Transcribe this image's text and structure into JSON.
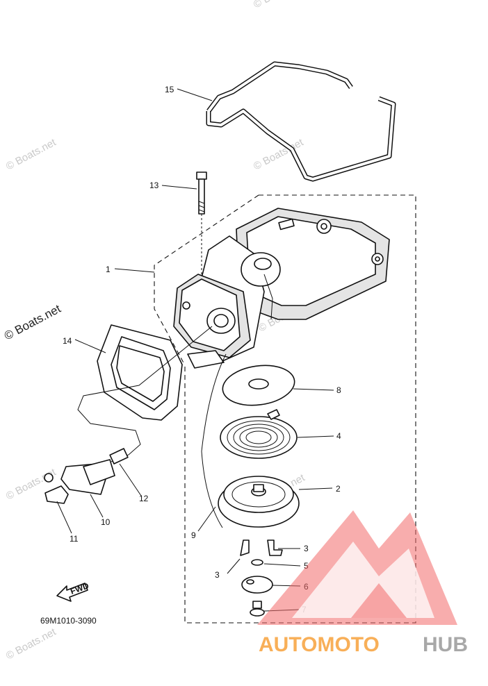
{
  "diagram": {
    "part_number": "69M1010-3090",
    "fwd_label": "FWD",
    "watermark": "© Boats.net",
    "brand": {
      "part1": "AUTOMOTO",
      "part2": "HUB",
      "color1": "#f7a23b",
      "color2": "#9a9a9a",
      "triangle_color": "#f36a6a"
    },
    "callouts": [
      {
        "id": "c1",
        "label": "1"
      },
      {
        "id": "c2",
        "label": "2"
      },
      {
        "id": "c3a",
        "label": "3"
      },
      {
        "id": "c3b",
        "label": "3"
      },
      {
        "id": "c4",
        "label": "4"
      },
      {
        "id": "c5",
        "label": "5"
      },
      {
        "id": "c6",
        "label": "6"
      },
      {
        "id": "c7",
        "label": "7"
      },
      {
        "id": "c8",
        "label": "8"
      },
      {
        "id": "c9",
        "label": "9"
      },
      {
        "id": "c10",
        "label": "10"
      },
      {
        "id": "c11",
        "label": "11"
      },
      {
        "id": "c12",
        "label": "12"
      },
      {
        "id": "c13",
        "label": "13"
      },
      {
        "id": "c14",
        "label": "14"
      },
      {
        "id": "c15",
        "label": "15"
      }
    ]
  }
}
